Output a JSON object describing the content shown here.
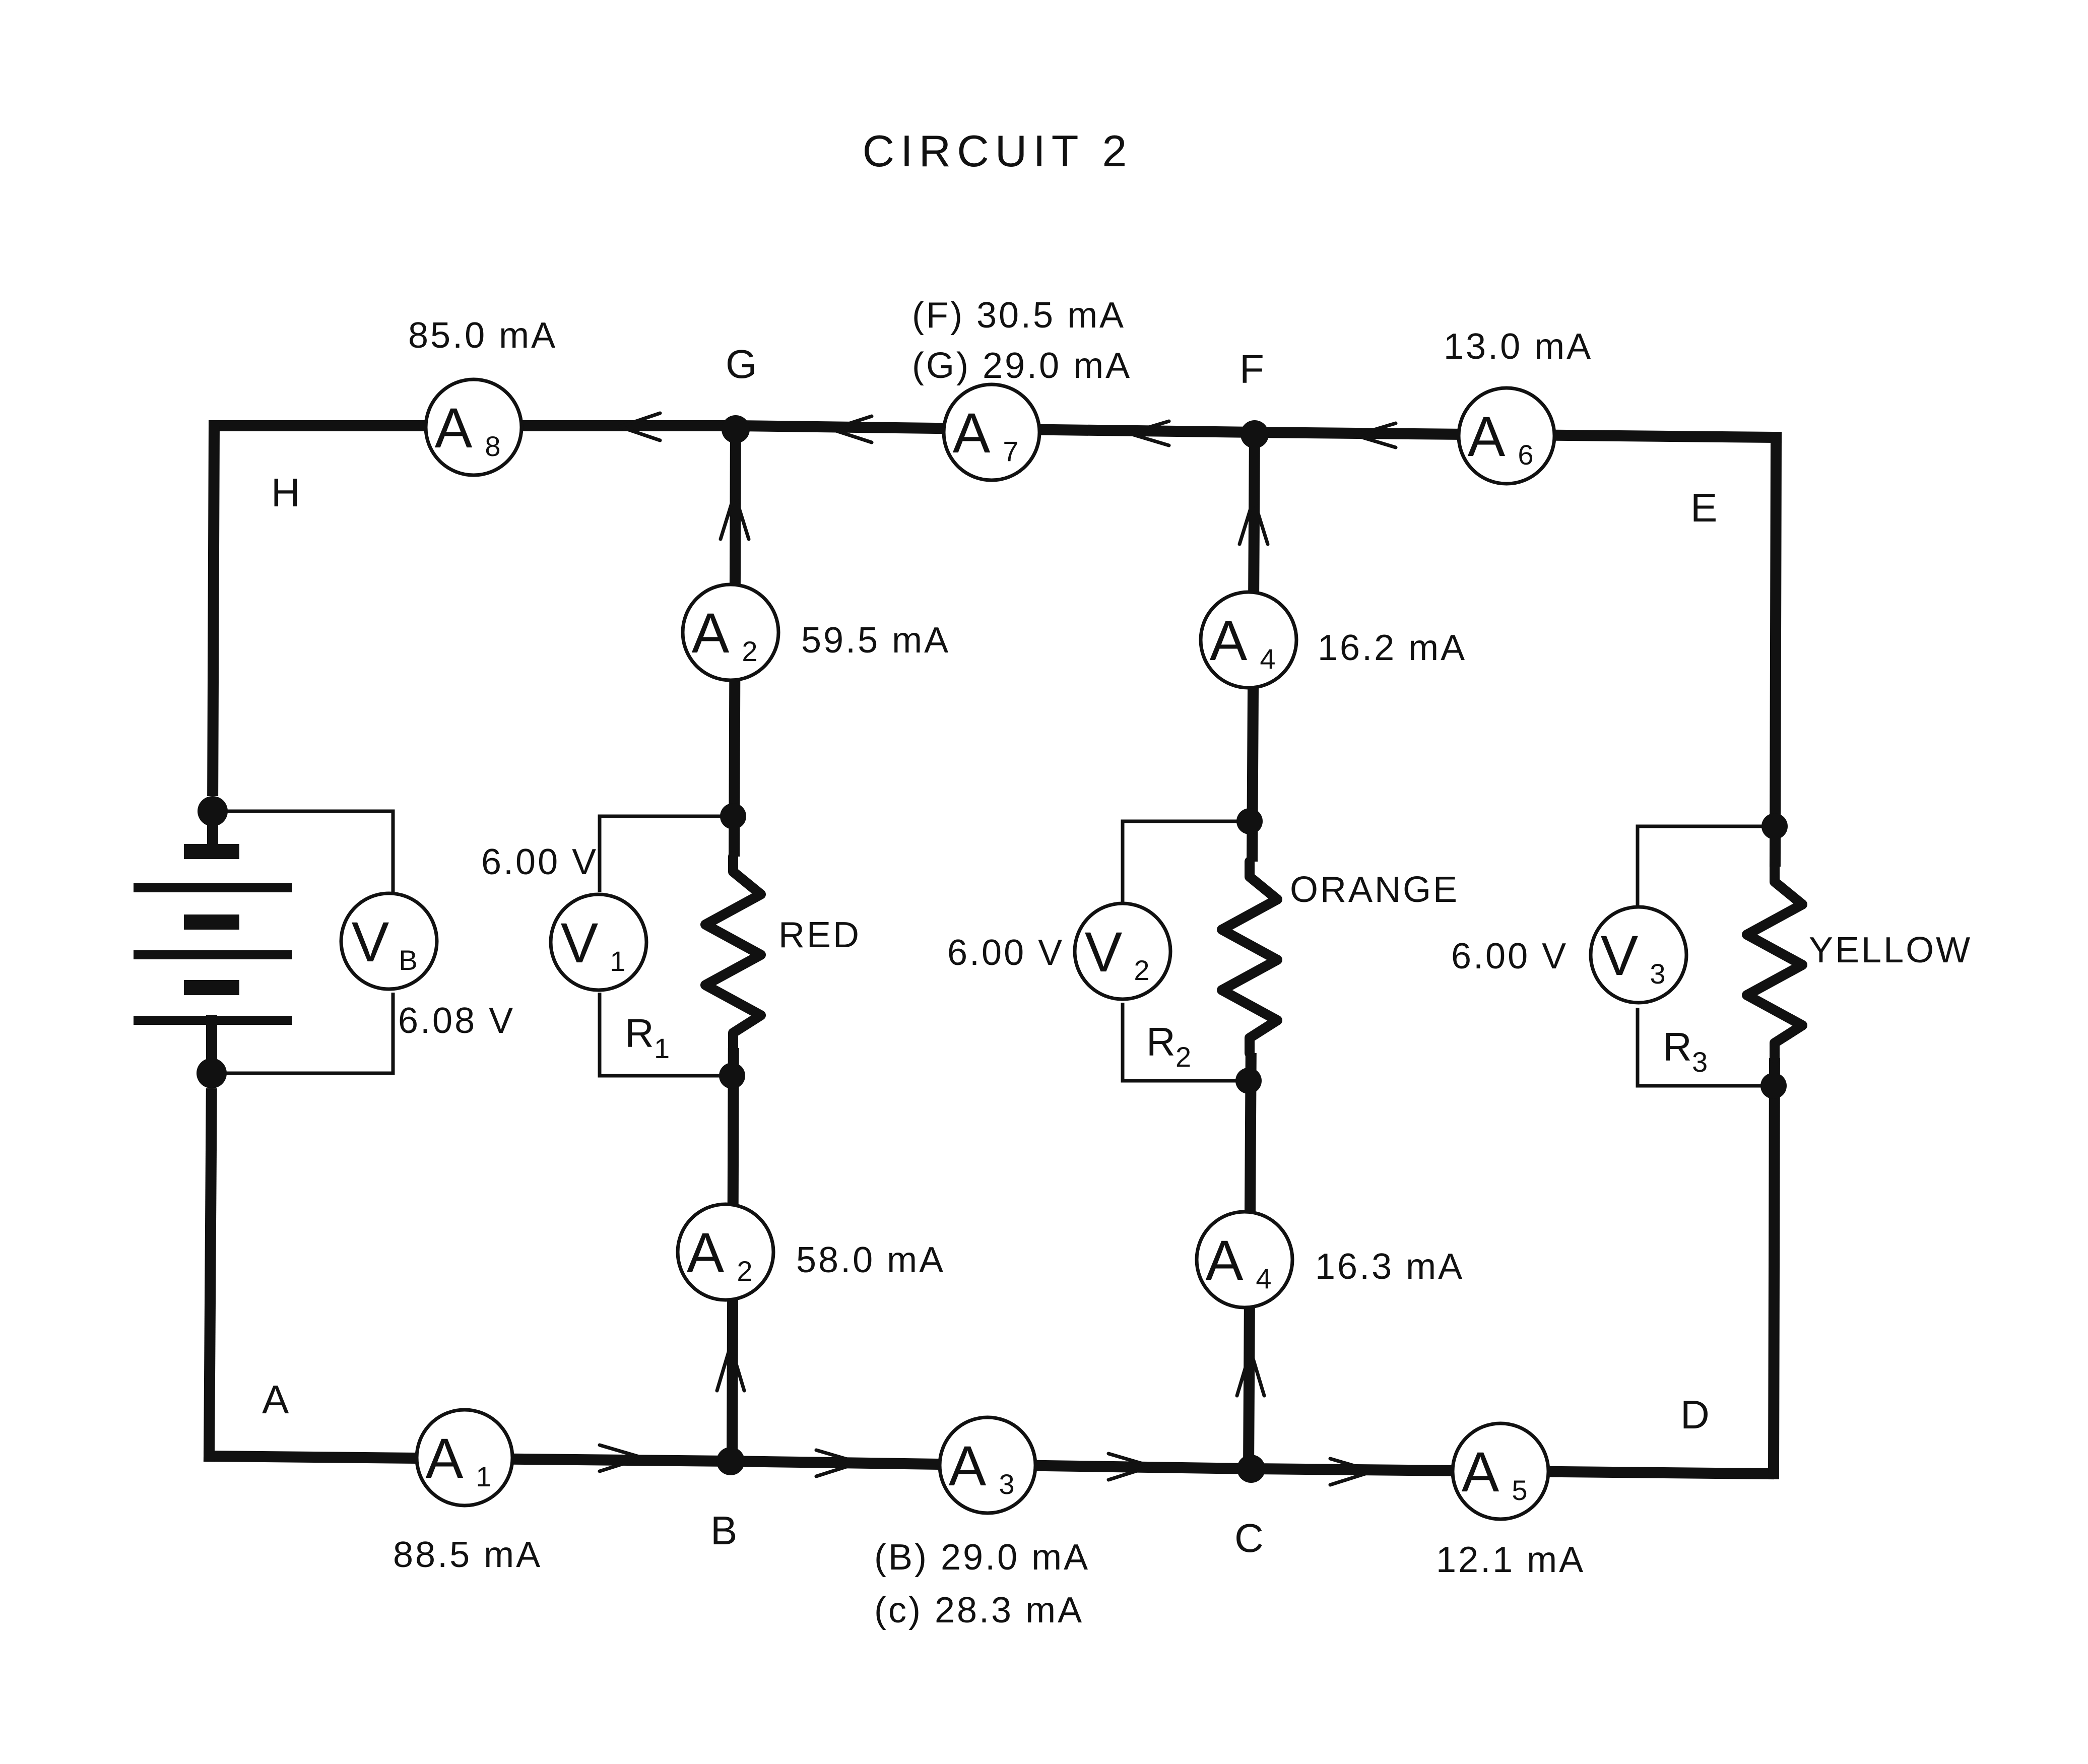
{
  "title": "CIRCUIT 2",
  "node_labels": [
    "A",
    "B",
    "C",
    "D",
    "E",
    "F",
    "G",
    "H"
  ],
  "ammeters": [
    {
      "letter": "A",
      "sub": "8",
      "reading": "85.0 mA"
    },
    {
      "letter": "A",
      "sub": "7",
      "reading_f": "(F)  30.5 mA",
      "reading_g": "(G)  29.0 mA"
    },
    {
      "letter": "A",
      "sub": "6",
      "reading": "13.0 mA"
    },
    {
      "letter": "A",
      "sub": "2",
      "reading": "59.5 mA"
    },
    {
      "letter": "A",
      "sub": "4",
      "reading": "16.2  mA"
    },
    {
      "letter": "A",
      "sub": "2",
      "reading": "58.0  mA"
    },
    {
      "letter": "A",
      "sub": "4",
      "reading": "16.3  mA"
    },
    {
      "letter": "A",
      "sub": "1",
      "reading": "88.5  mA"
    },
    {
      "letter": "A",
      "sub": "3",
      "reading_b": "(B)  29.0  mA",
      "reading_c": "(c)  28.3  mA"
    },
    {
      "letter": "A",
      "sub": "5",
      "reading": "12.1  mA"
    }
  ],
  "voltmeters": [
    {
      "letter": "V",
      "sub": "B",
      "reading": "6.08 V"
    },
    {
      "letter": "V",
      "sub": "1",
      "reading": "6.00 V"
    },
    {
      "letter": "V",
      "sub": "2",
      "reading": "6.00 V"
    },
    {
      "letter": "V",
      "sub": "3",
      "reading": "6.00 V"
    }
  ],
  "resistors": [
    {
      "name": "R",
      "sub": "1",
      "color": "RED"
    },
    {
      "name": "R",
      "sub": "2",
      "color": "ORANGE"
    },
    {
      "name": "R",
      "sub": "3",
      "color": "YELLOW"
    }
  ]
}
